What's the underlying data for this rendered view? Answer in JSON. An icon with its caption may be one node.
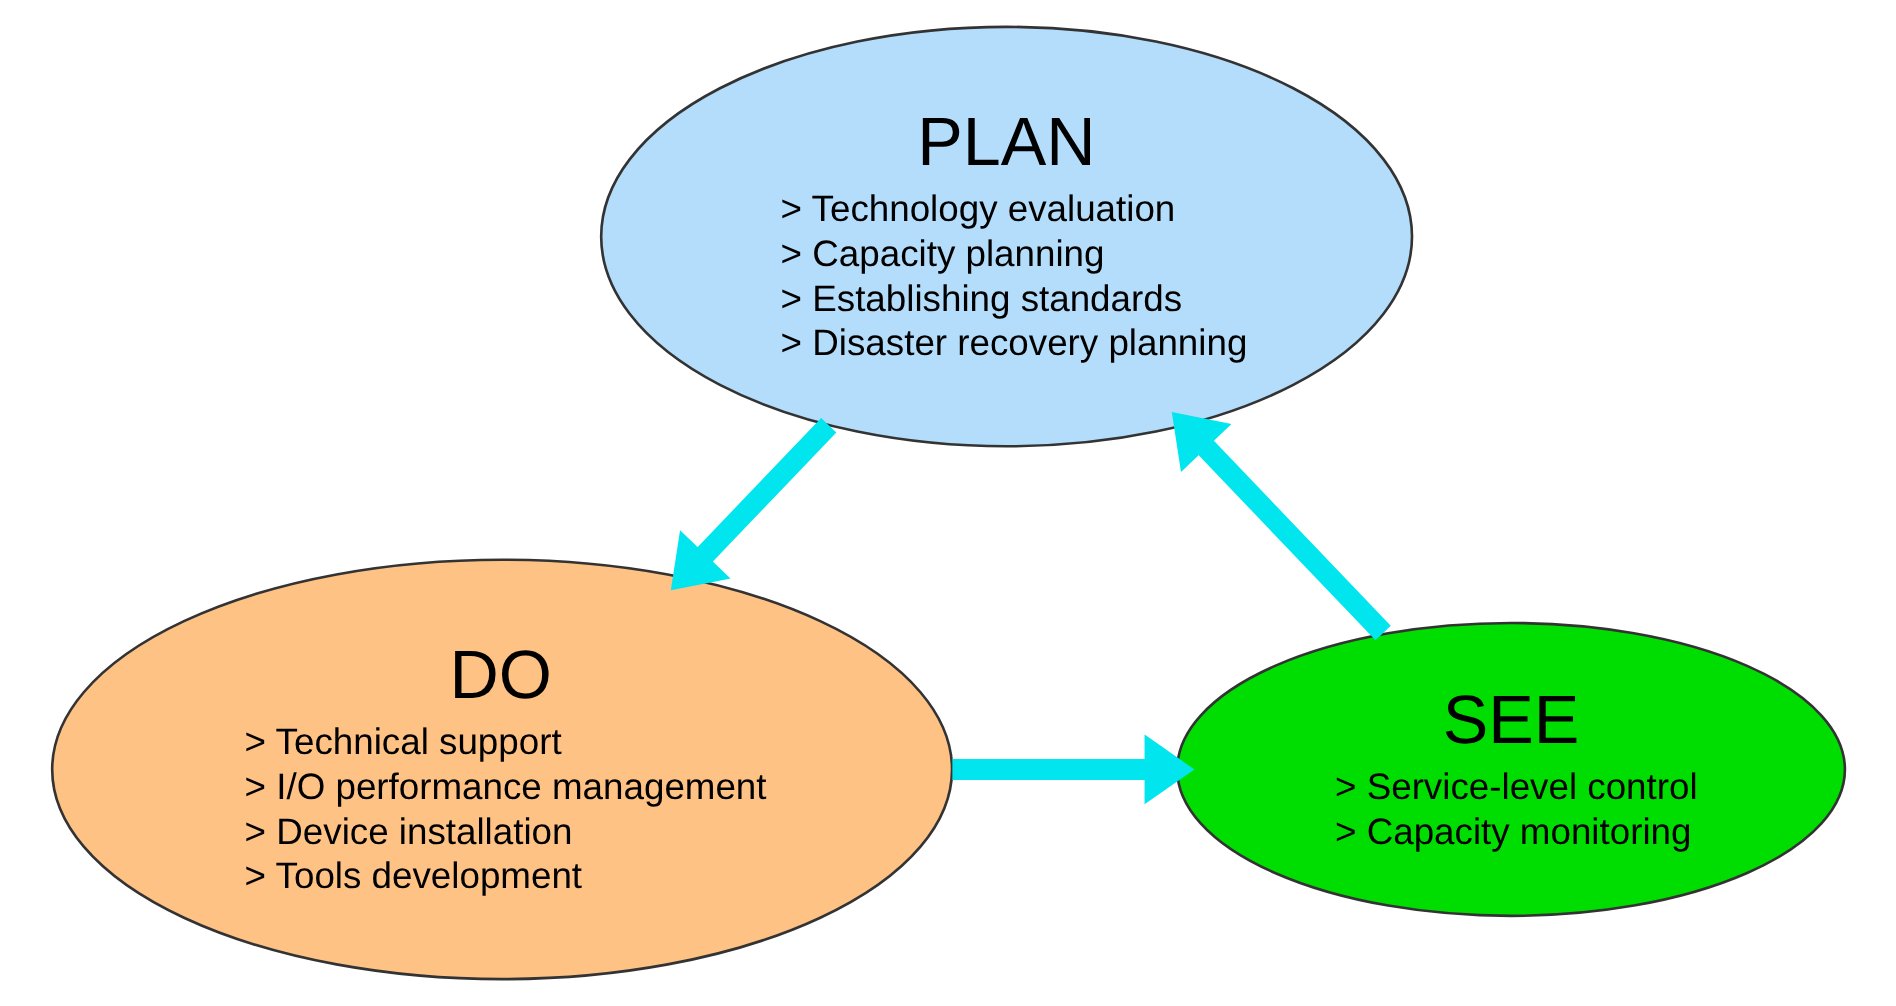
{
  "diagram": {
    "nodes": [
      {
        "text": [
          "PLAN",
          "> Technology evaluation",
          "> Capacity planning",
          "> Establishing standards",
          "> Disaster recovery planning"
        ]
      },
      {
        "text": [
          "DO",
          "> Technical support",
          "> I/O performance management",
          "> Device installation",
          "> Tools development"
        ]
      },
      {
        "text": [
          "SEE",
          "> Service-level control",
          "> Capacity monitoring"
        ]
      }
    ],
    "edges": [
      {
        "from": 0,
        "to": 1,
        "arrow": "to"
      },
      {
        "from": 1,
        "to": 2,
        "arrow": "to"
      },
      {
        "from": 2,
        "to": 0,
        "arrow": "to"
      }
    ]
  }
}
